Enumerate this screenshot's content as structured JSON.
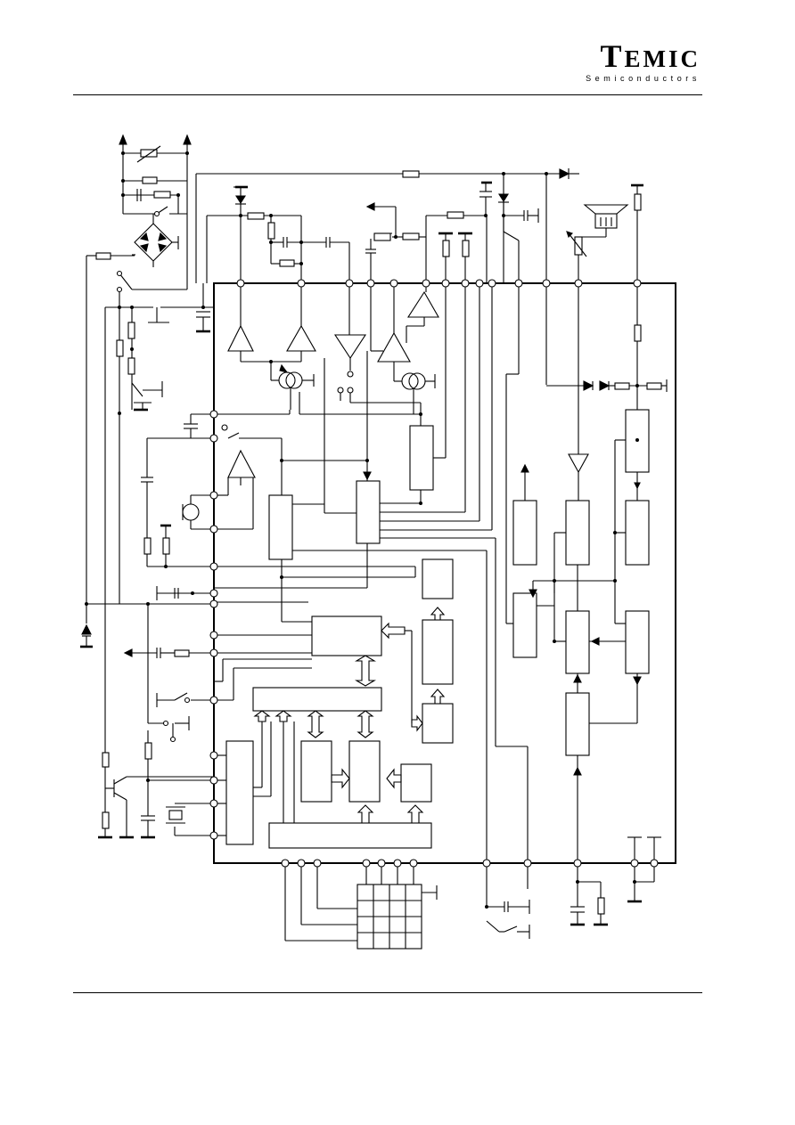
{
  "header": {
    "logo_initial": "T",
    "logo_rest": "EMIC",
    "logo_subtitle": "Semiconductors"
  }
}
